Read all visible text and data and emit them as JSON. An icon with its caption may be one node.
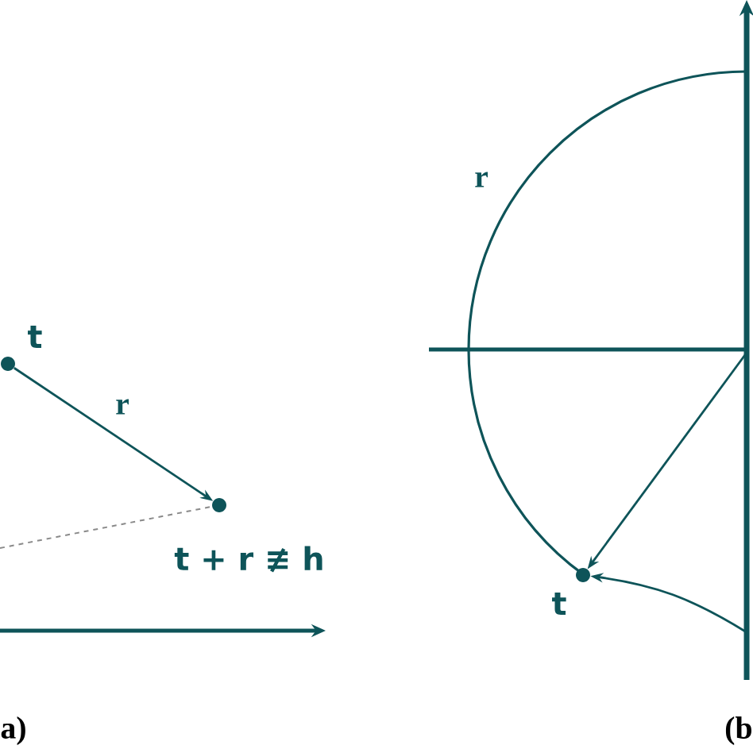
{
  "diagram": {
    "nodes": [
      {
        "text": [],
        "shape": "circle",
        "beside": [
          "t"
        ]
      },
      {
        "text": [],
        "shape": "circle",
        "beside": [
          "t + r ≢ h"
        ]
      },
      {
        "text": [],
        "shape": "circle",
        "beside": [
          "t"
        ]
      }
    ],
    "edges": [
      {
        "from": 0,
        "to": 1,
        "arrow": "to",
        "label": "r"
      },
      {
        "from": null,
        "to": 1,
        "arrow": "none",
        "style": "dashed",
        "color": "#8a8a8a"
      },
      {
        "from": null,
        "to": 2,
        "arrow": "to"
      },
      {
        "from": null,
        "to": 2,
        "arrow": "to"
      }
    ],
    "labels": [
      "r",
      "a)",
      "(b"
    ]
  }
}
